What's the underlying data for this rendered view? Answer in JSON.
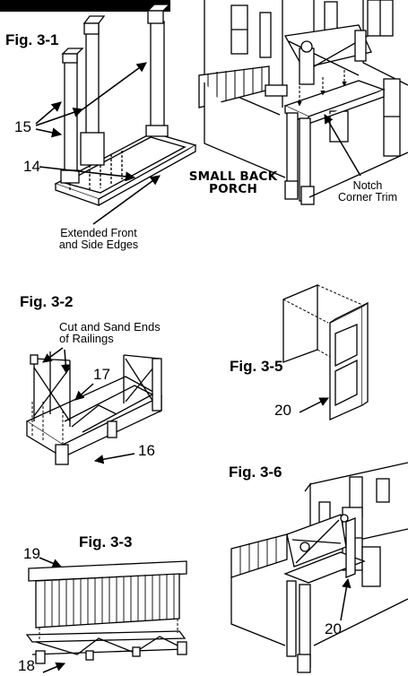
{
  "figures": {
    "fig_3_1": "Fig. 3-1",
    "fig_3_2": "Fig. 3-2",
    "fig_3_3": "Fig. 3-3",
    "fig_3_5": "Fig. 3-5",
    "fig_3_6": "Fig. 3-6"
  },
  "parts": {
    "p15": "15",
    "p14": "14",
    "p17": "17",
    "p16": "16",
    "p19": "19",
    "p18": "18",
    "p20a": "20",
    "p20b": "20"
  },
  "notes": {
    "extended_line1": "Extended Front",
    "extended_line2": "and Side Edges",
    "porch_line1": "SMALL BACK",
    "porch_line2": "PORCH",
    "notch_line1": "Notch",
    "notch_line2": "Corner Trim",
    "cut_line1": "Cut and Sand Ends",
    "cut_line2": "of Railings"
  },
  "colors": {
    "ink": "#000000",
    "paper": "#ffffff"
  }
}
